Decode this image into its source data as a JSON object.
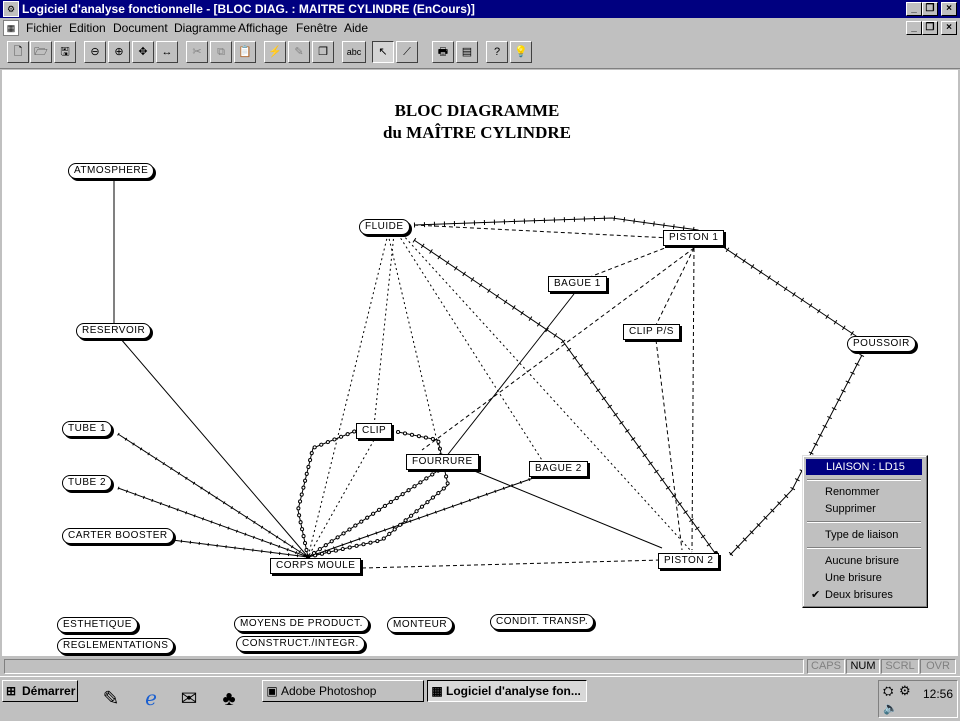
{
  "window": {
    "title": "Logiciel d'analyse fonctionnelle - [BLOC DIAG. : MAITRE  CYLINDRE (EnCours)]",
    "controls": {
      "minimize": "_",
      "maximize": "❐",
      "close": "×"
    }
  },
  "menubar": {
    "items": [
      "Fichier",
      "Edition",
      "Document",
      "Diagramme",
      "Affichage",
      "Fenêtre",
      "Aide"
    ]
  },
  "toolbar": {
    "buttons": [
      "new-doc-icon",
      "open-icon",
      "save-icon",
      "zoom-out-icon",
      "zoom-in-icon",
      "fit-icon",
      "width-icon",
      "cut-icon",
      "copy-block-icon",
      "paste-icon",
      "lightning-icon",
      "pencil-icon",
      "duplicate-icon",
      "text-icon",
      "pointer-icon",
      "link-tool-icon",
      "print-icon",
      "preview-icon",
      "help-icon",
      "bulb-icon"
    ],
    "text_button": "abc"
  },
  "diagram": {
    "title_line1": "BLOC DIAGRAMME",
    "title_line2": "du  MAÎTRE  CYLINDRE",
    "nodes": {
      "atmosphere": "ATMOSPHERE",
      "reservoir": "RESERVOIR",
      "fluide": "FLUIDE",
      "piston1": "PISTON 1",
      "bague1": "BAGUE 1",
      "clip_ps": "CLIP P/S",
      "poussoir": "POUSSOIR",
      "tube1": "TUBE 1",
      "tube2": "TUBE 2",
      "carter": "CARTER BOOSTER",
      "clip": "CLIP",
      "fourrure": "FOURRURE",
      "bague2": "BAGUE 2",
      "corps": "CORPS MOULE",
      "piston2": "PISTON 2",
      "esthetique": "ESTHETIQUE",
      "reglementations": "REGLEMENTATIONS",
      "moyens": "MOYENS DE PRODUCT.",
      "construct": "CONSTRUCT./INTEGR.",
      "monteur": "MONTEUR",
      "condi": "CONDIT. TRANSP."
    }
  },
  "context_menu": {
    "header": "LIAISON : LD15",
    "items": [
      "Renommer",
      "Supprimer",
      "Type de liaison",
      "Aucune brisure",
      "Une brisure",
      "Deux brisures"
    ],
    "checked_item": "Deux brisures",
    "checkmark": "✔"
  },
  "statusbar": {
    "panels": [
      "CAPS",
      "NUM",
      "SCRL",
      "OVR"
    ],
    "active": "NUM"
  },
  "taskbar": {
    "start_label": "Démarrer",
    "tasks": [
      "Adobe Photoshop",
      "Logiciel d'analyse fon..."
    ],
    "active_task": "Logiciel d'analyse fon...",
    "clock": "12:56"
  }
}
